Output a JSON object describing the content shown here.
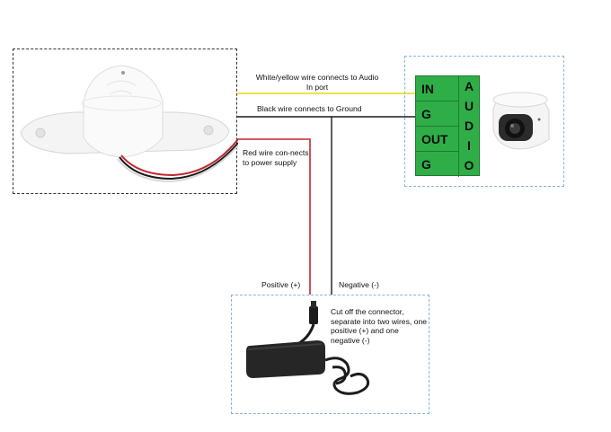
{
  "wires": {
    "yellow_label": "White/yellow wire connects to Audio In port",
    "black_label": "Black wire connects to Ground",
    "red_label": "Red wire con-nects to power supply"
  },
  "power": {
    "positive_label": "Positive (+)",
    "negative_label": "Negative (-)",
    "instruction": "Cut off the connector, separate into two wires, one positive (+) and one negative (-)"
  },
  "terminal": {
    "pins": [
      "IN",
      "G",
      "OUT",
      "G"
    ],
    "audio_letters": [
      "A",
      "U",
      "D",
      "I",
      "O"
    ]
  },
  "colors": {
    "yellow_wire": "#f2e14a",
    "black_wire": "#1a1a1a",
    "red_wire": "#c0272d",
    "terminal_green": "#2fae48"
  },
  "icons": {
    "microphone": "microphone-icon",
    "camera": "dome-camera-icon",
    "adapter": "power-adapter-icon"
  }
}
